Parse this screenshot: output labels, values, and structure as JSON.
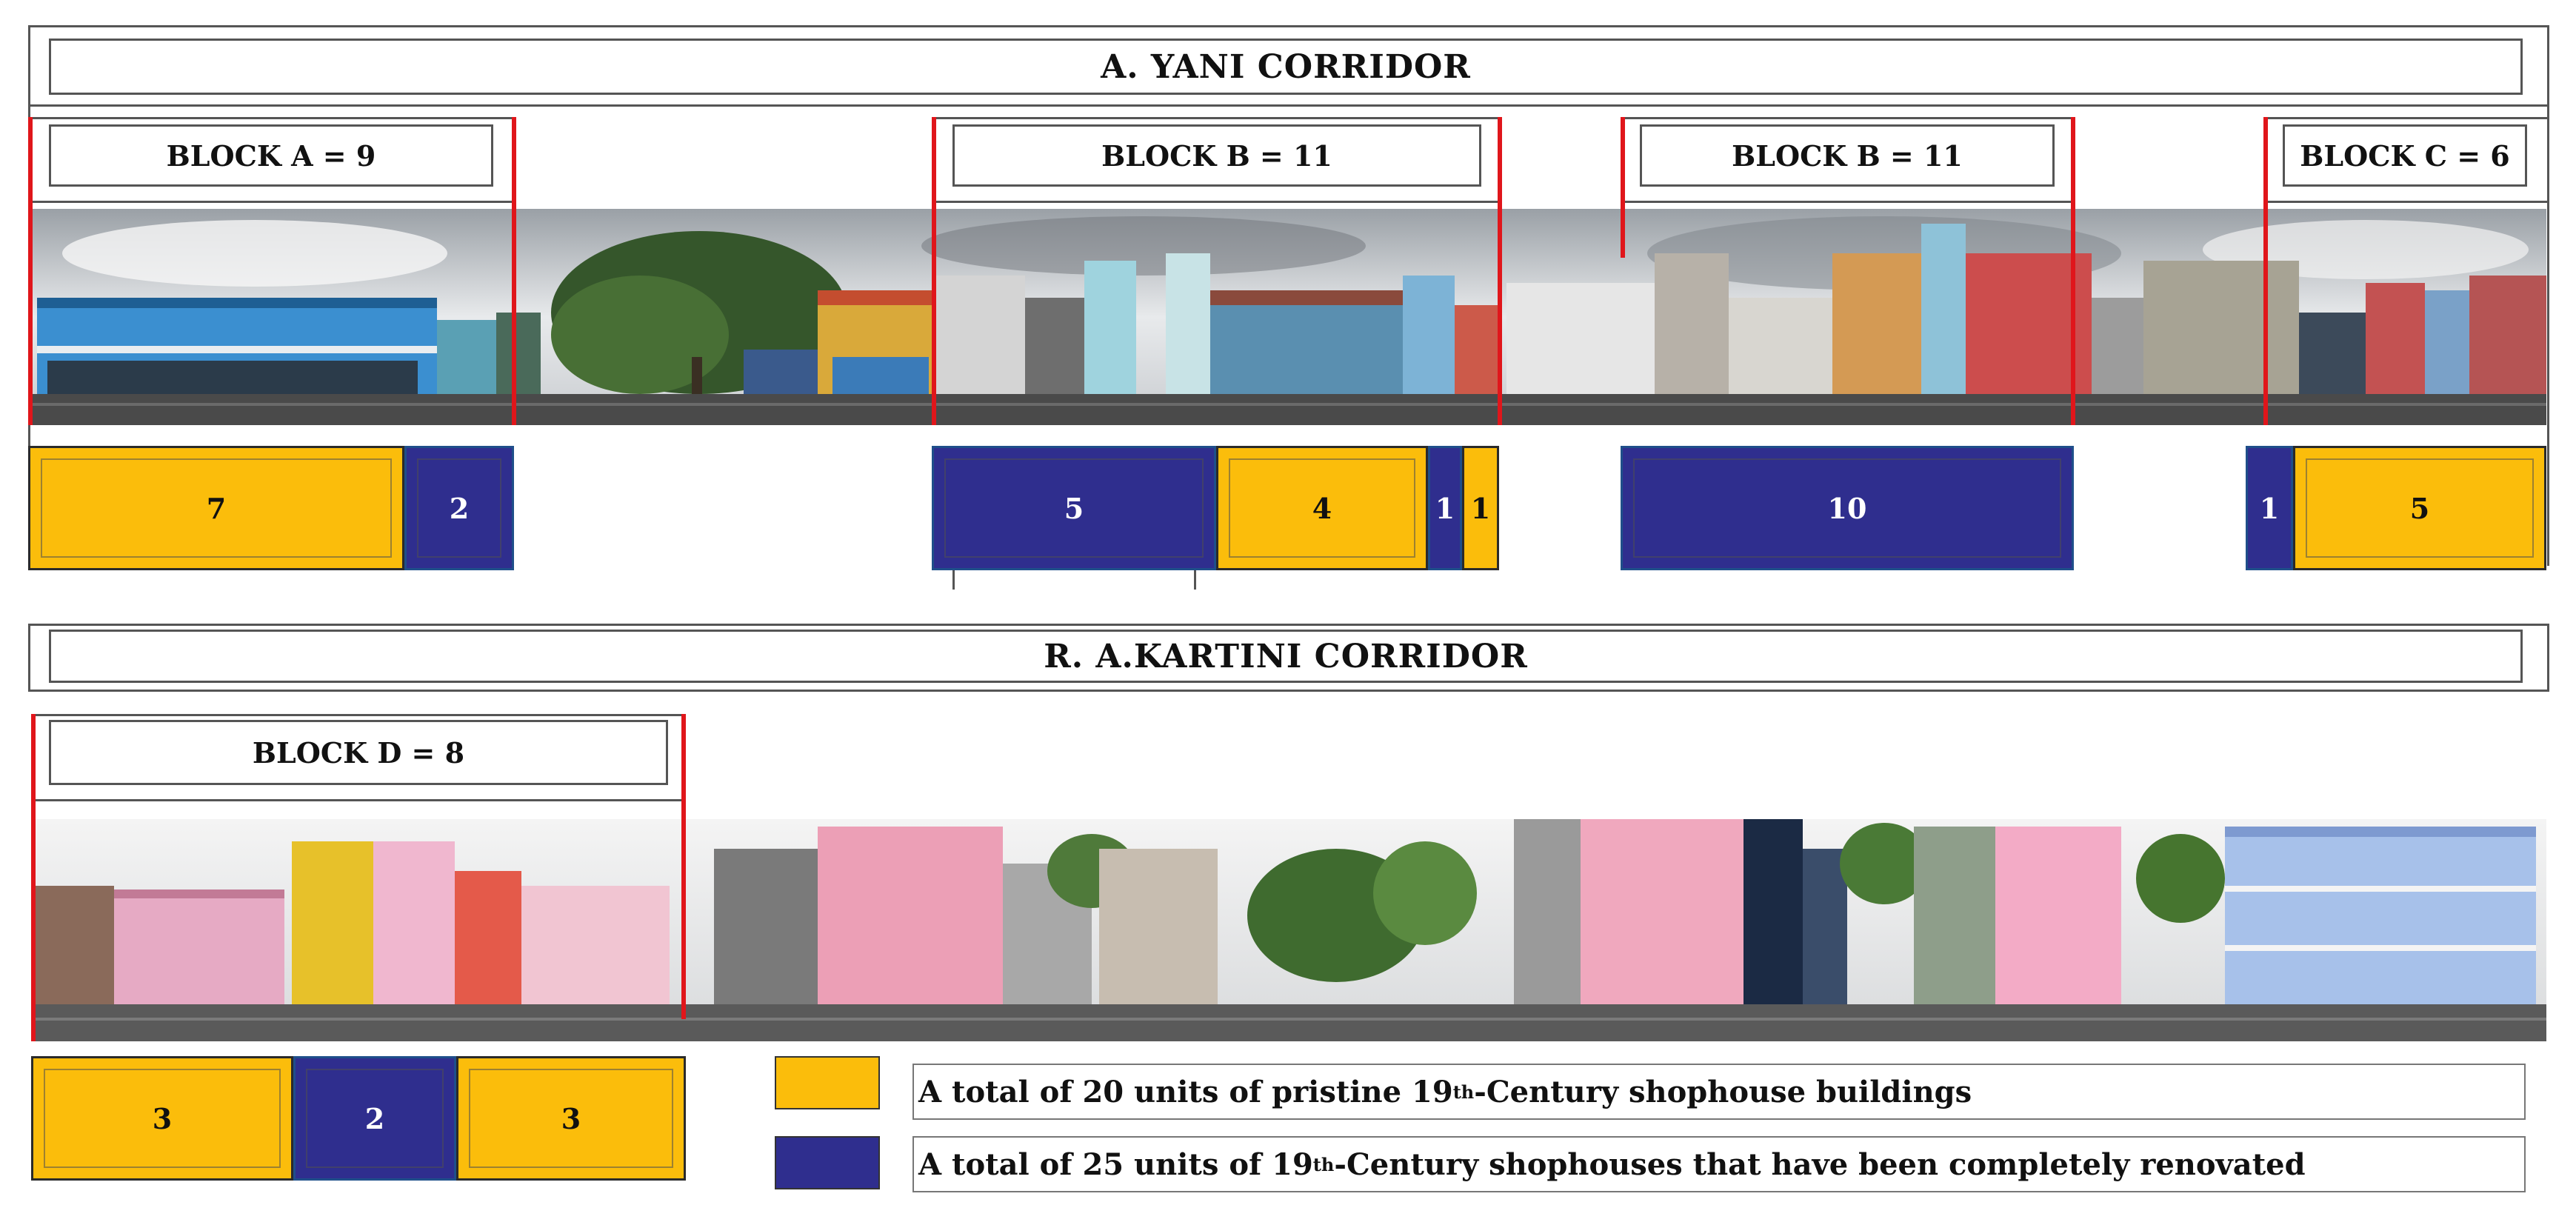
{
  "colors": {
    "pristine": "#fbbd0b",
    "renovated": "#2f2e8e",
    "block_marker": "#e0161b"
  },
  "corridor_a": {
    "title": "A. YANI CORRIDOR",
    "blocks": [
      {
        "label": "BLOCK A = 9",
        "segments": [
          {
            "value": "7",
            "type": "pristine"
          },
          {
            "value": "2",
            "type": "renovated"
          }
        ]
      },
      {
        "label": "BLOCK B = 11",
        "segments": [
          {
            "value": "5",
            "type": "renovated"
          },
          {
            "value": "4",
            "type": "pristine"
          },
          {
            "value": "1",
            "type": "renovated"
          },
          {
            "value": "1",
            "type": "pristine"
          }
        ]
      },
      {
        "label": "BLOCK B = 11",
        "segments": [
          {
            "value": "10",
            "type": "renovated"
          }
        ]
      },
      {
        "label": "BLOCK C = 6",
        "segments": [
          {
            "value": "1",
            "type": "renovated"
          },
          {
            "value": "5",
            "type": "pristine"
          }
        ]
      }
    ]
  },
  "corridor_b": {
    "title": "R. A.KARTINI CORRIDOR",
    "blocks": [
      {
        "label": "BLOCK D = 8",
        "segments": [
          {
            "value": "3",
            "type": "pristine"
          },
          {
            "value": "2",
            "type": "renovated"
          },
          {
            "value": "3",
            "type": "pristine"
          }
        ]
      }
    ]
  },
  "legend": {
    "pristine": {
      "prefix": "A total of 20 units of pristine 19",
      "sup": "th",
      "suffix": "-Century shophouse buildings"
    },
    "renovated": {
      "prefix": "A total of 25 units of 19",
      "sup": "th",
      "suffix": "-Century shophouses that have been completely renovated"
    }
  }
}
